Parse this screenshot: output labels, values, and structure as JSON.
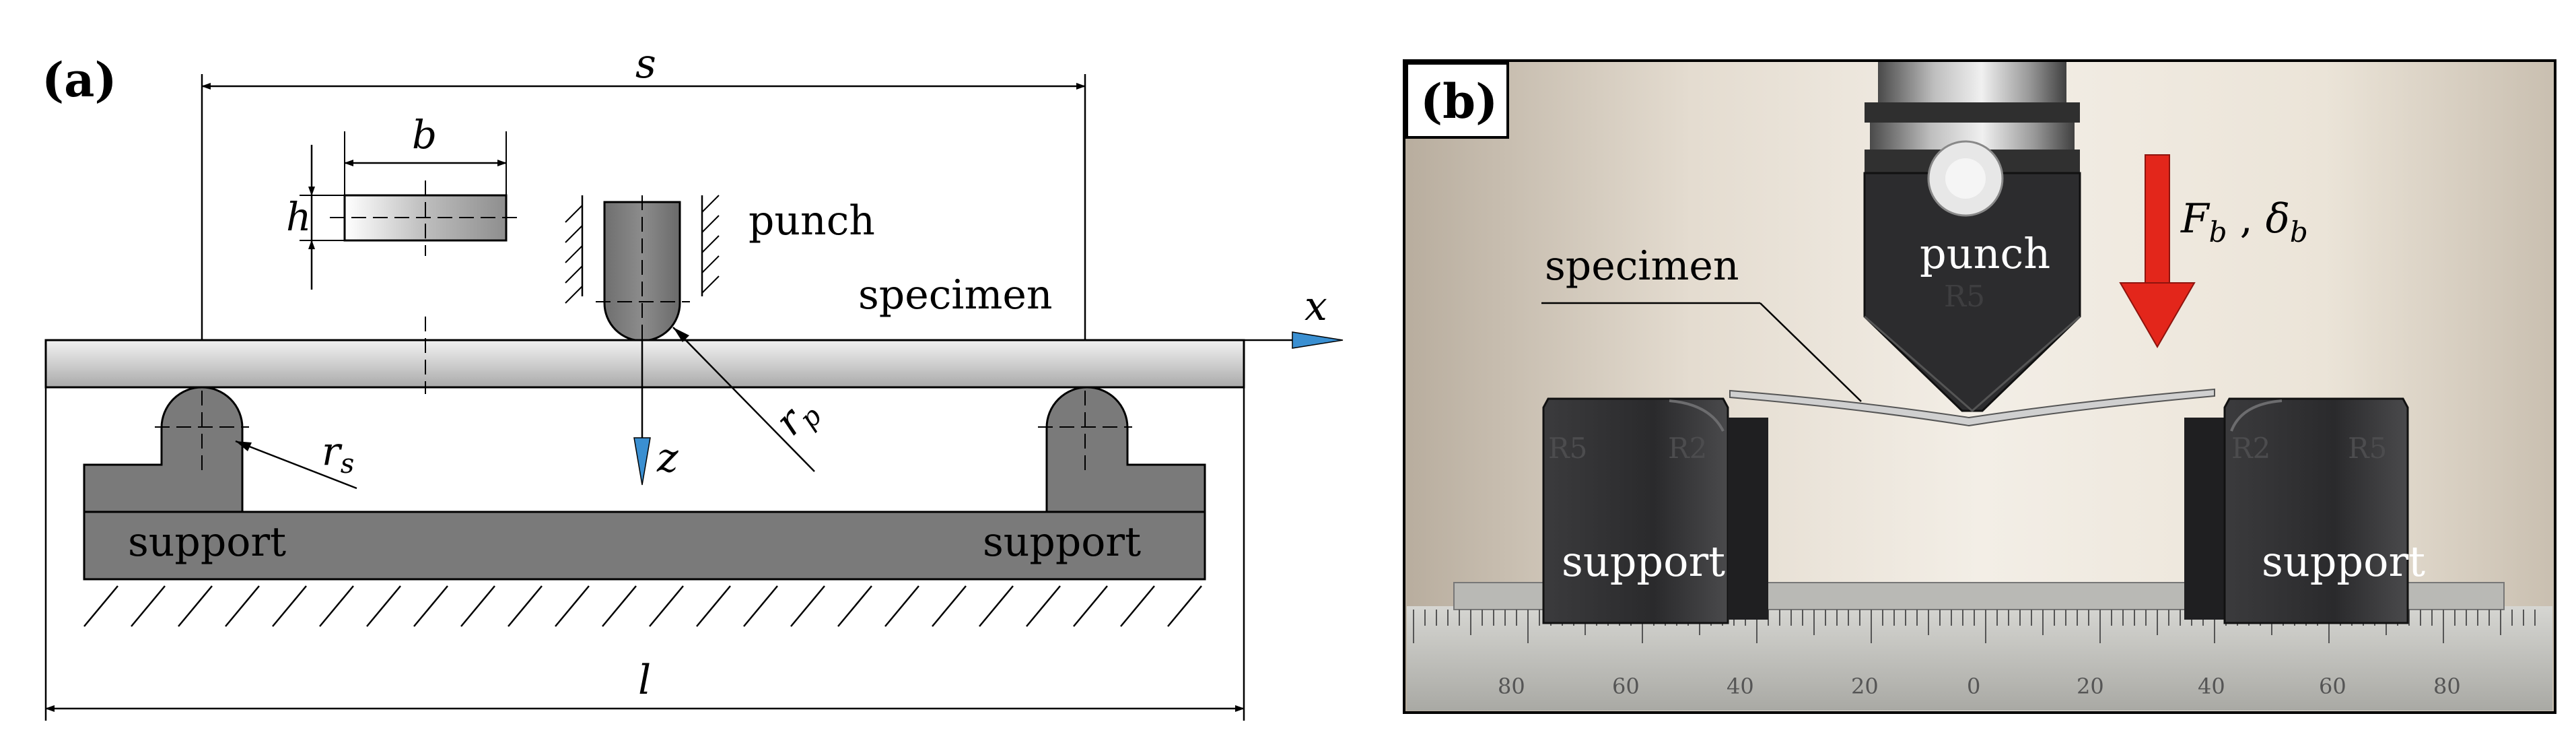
{
  "panel_a": {
    "label": "(a)",
    "dims": {
      "span": "s",
      "width": "b",
      "height": "h",
      "length": "l",
      "support_radius": "r",
      "support_radius_sub": "s",
      "punch_radius": "r",
      "punch_radius_sub": "p"
    },
    "axes": {
      "x": "x",
      "z": "z"
    },
    "labels": {
      "punch": "punch",
      "specimen": "specimen",
      "support_left": "support",
      "support_right": "support"
    }
  },
  "panel_b": {
    "label": "(b)",
    "labels": {
      "punch": "punch",
      "specimen": "specimen",
      "support_left": "support",
      "support_right": "support"
    },
    "force_main": "F",
    "force_sub": "b",
    "force_sep": " , ",
    "disp_main": "δ",
    "disp_sub": "b",
    "punch_mark": "R5",
    "support_left_marks": [
      "R5",
      "R2"
    ],
    "support_right_marks": [
      "R2",
      "R5"
    ],
    "ruler_ticks": [
      "80",
      "60",
      "40",
      "20",
      "0",
      "20",
      "40",
      "60",
      "80"
    ]
  },
  "colors": {
    "steel_dark": "#7a7a7a",
    "steel_light": "#d9d9d9",
    "arrow_red": "#e3261b",
    "axis_blue": "#3a8fd1"
  }
}
